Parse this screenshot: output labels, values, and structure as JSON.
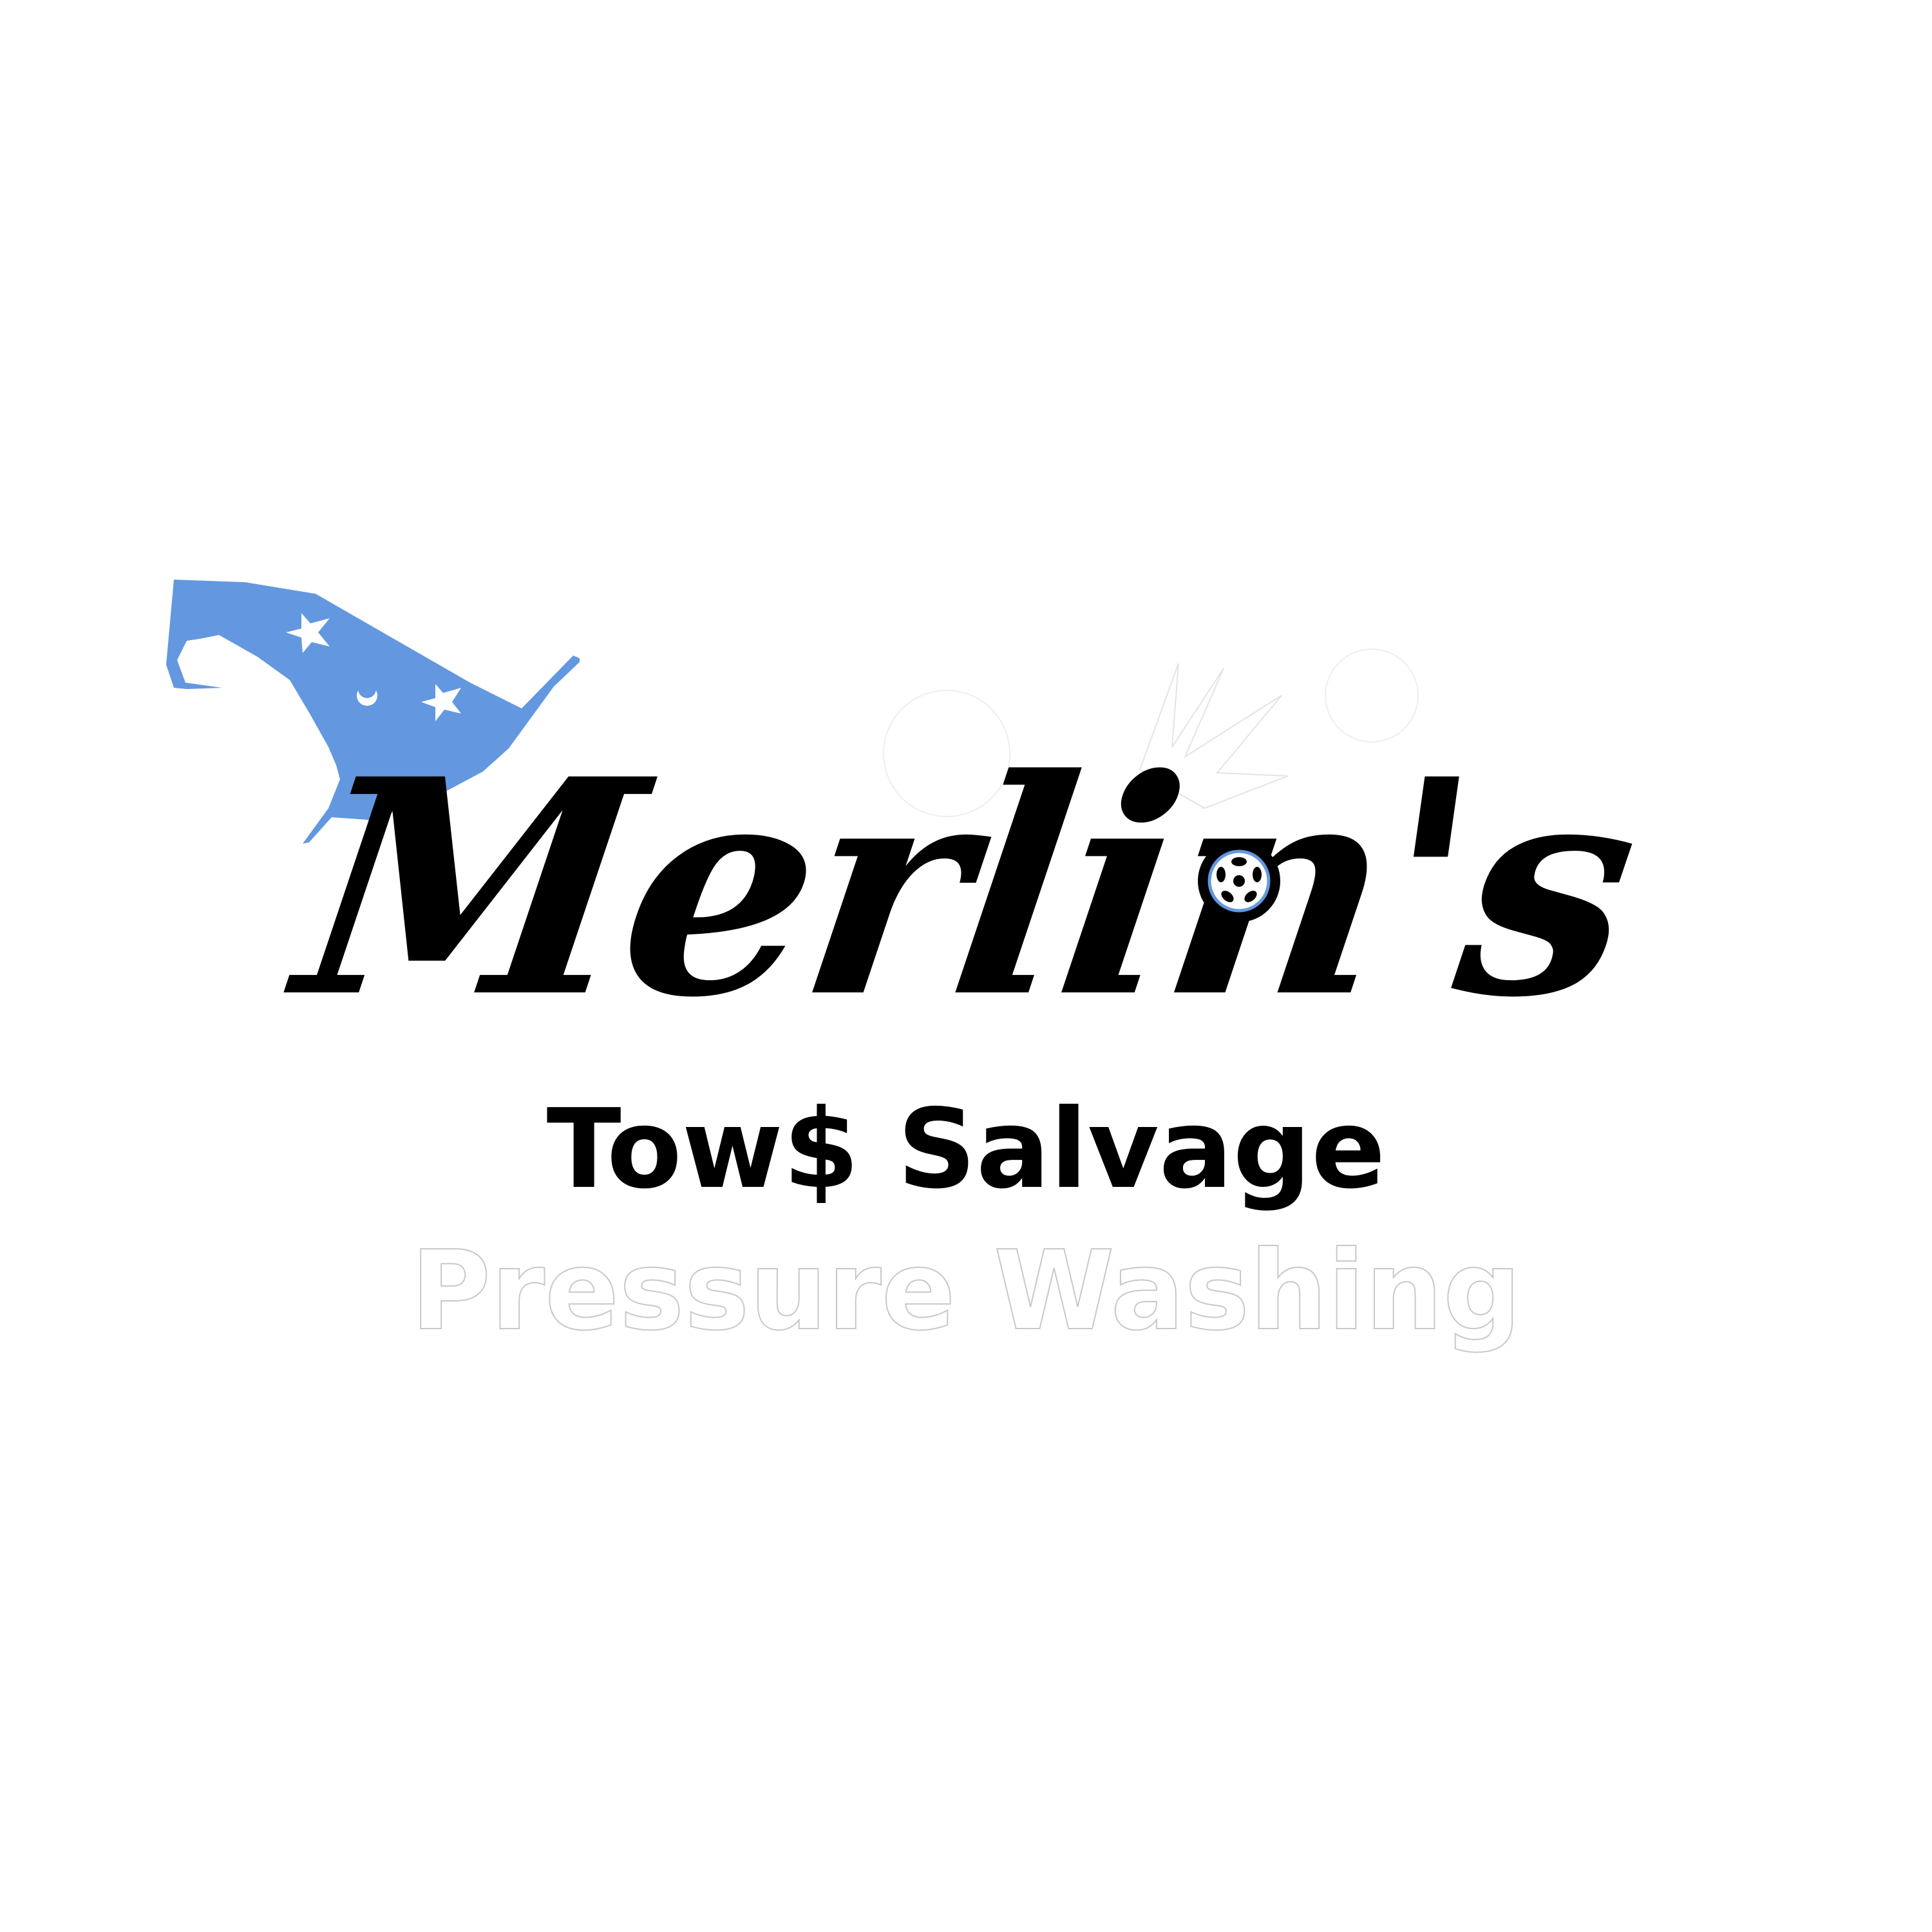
{
  "logo": {
    "title": "Merlin's",
    "tagline": "Tow$ Salvage",
    "background_text": "Pressure Washing",
    "colors": {
      "hat": "#6398e0",
      "text": "#000000",
      "background": "#ffffff"
    },
    "icons": [
      "wizard-hat-icon",
      "wheel-icon"
    ]
  }
}
